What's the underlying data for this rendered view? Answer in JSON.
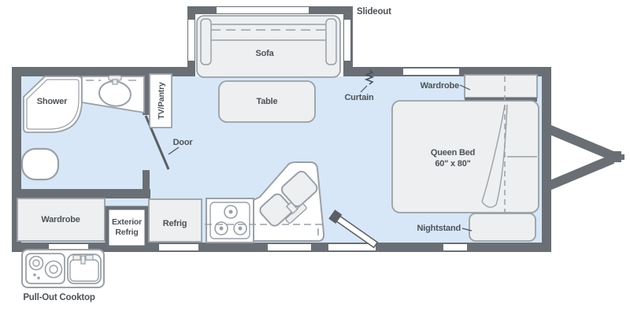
{
  "diagram_type": "travel-trailer floor plan",
  "colors": {
    "wall": "#6A6F75",
    "floor": "#D7E7F7",
    "furniture_fill": "#EDEFF1",
    "furniture_outline": "#9AA0A6",
    "label_text": "#4D5257",
    "opening_white": "#FFFFFF"
  },
  "labels": {
    "slideout": "Slideout",
    "sofa": "Sofa",
    "shower": "Shower",
    "tv_pantry": "TV/Pantry",
    "table": "Table",
    "door": "Door",
    "curtain": "Curtain",
    "bedroom_wardrobe": "Wardrobe",
    "queen_bed_name": "Queen Bed",
    "queen_bed_size": "60\" x 80\"",
    "nightstand": "Nightstand",
    "left_wardrobe": "Wardrobe",
    "exterior_refrig_line1": "Exterior",
    "exterior_refrig_line2": "Refrig",
    "refrig": "Refrig",
    "pull_out_cooktop": "Pull-Out Cooktop"
  }
}
